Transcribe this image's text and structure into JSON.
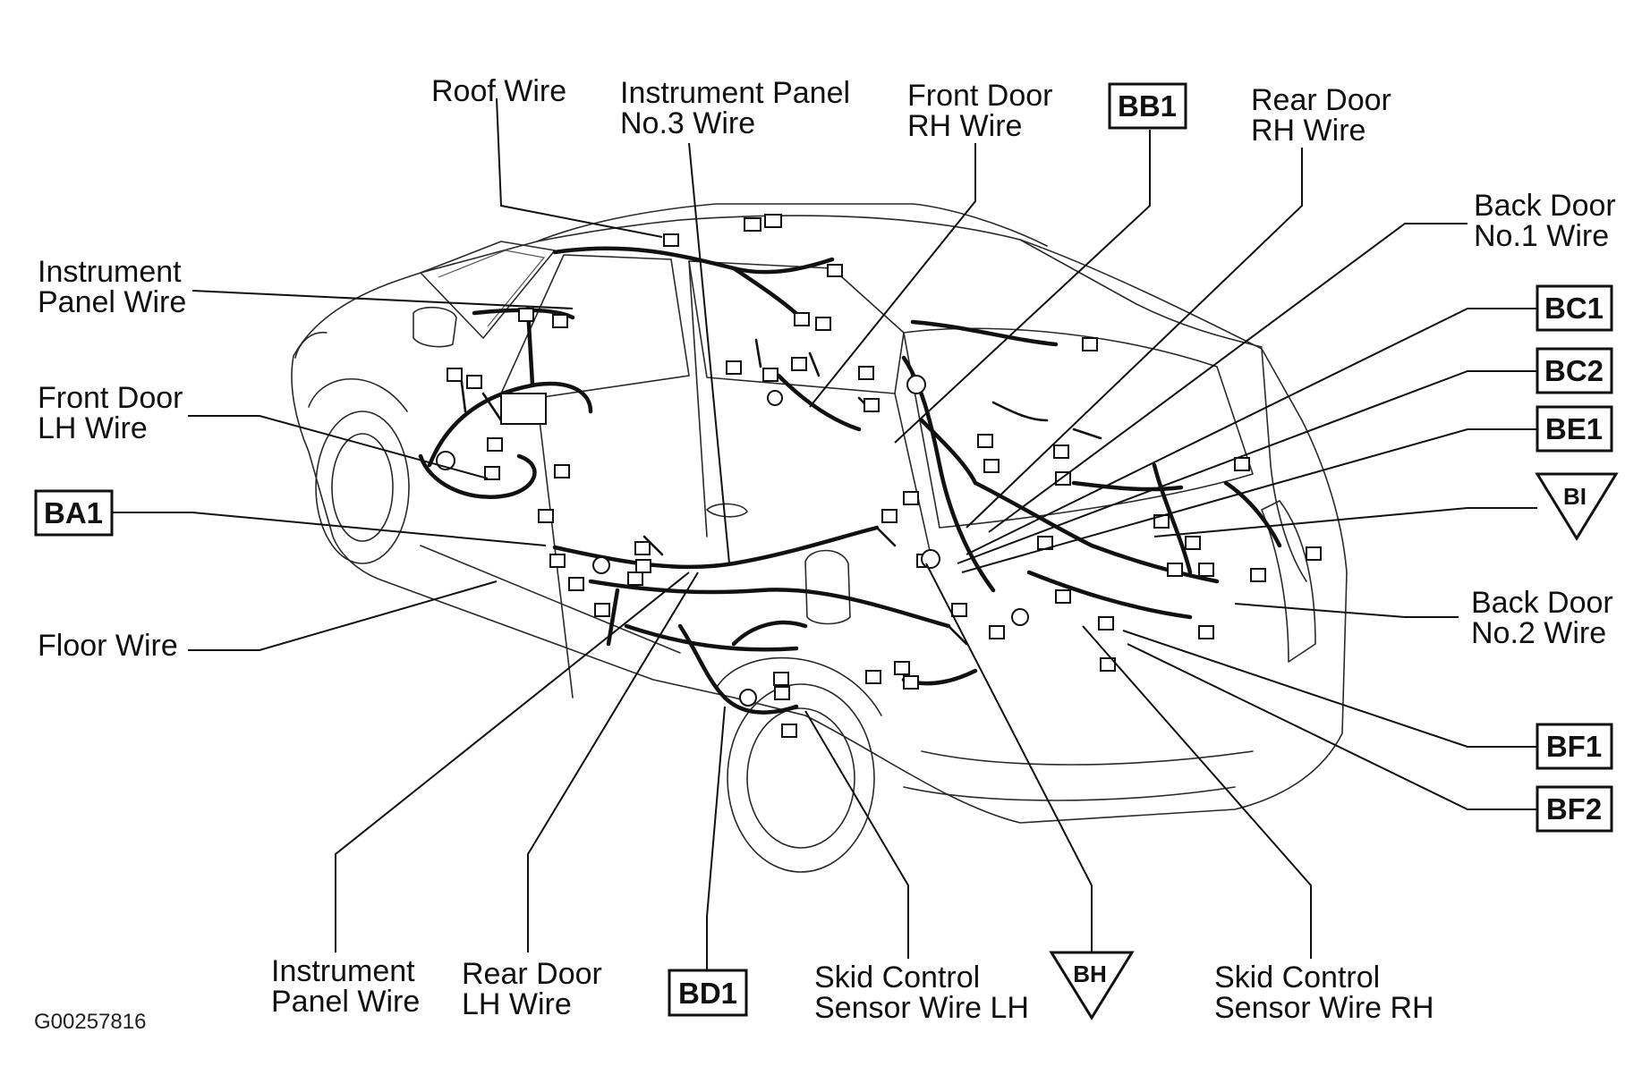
{
  "labels": {
    "roof_wire": [
      "Roof Wire"
    ],
    "instrument_panel_no3_wire": [
      "Instrument Panel",
      "No.3 Wire"
    ],
    "front_door_rh_wire": [
      "Front Door",
      "RH Wire"
    ],
    "rear_door_rh_wire": [
      "Rear Door",
      "RH Wire"
    ],
    "back_door_no1_wire": [
      "Back Door",
      "No.1 Wire"
    ],
    "instrument_panel_wire_upper": [
      "Instrument",
      "Panel Wire"
    ],
    "front_door_lh_wire": [
      "Front Door",
      "LH Wire"
    ],
    "floor_wire": [
      "Floor Wire"
    ],
    "back_door_no2_wire": [
      "Back Door",
      "No.2 Wire"
    ],
    "instrument_panel_wire_lower": [
      "Instrument",
      "Panel Wire"
    ],
    "rear_door_lh_wire": [
      "Rear Door",
      "LH Wire"
    ],
    "skid_control_sensor_wire_lh": [
      "Skid Control",
      "Sensor Wire LH"
    ],
    "skid_control_sensor_wire_rh": [
      "Skid Control",
      "Sensor Wire RH"
    ]
  },
  "connector_codes": {
    "bb1": "BB1",
    "bc1": "BC1",
    "bc2": "BC2",
    "be1": "BE1",
    "ba1": "BA1",
    "bf1": "BF1",
    "bf2": "BF2",
    "bd1": "BD1"
  },
  "ground_points": {
    "bi": "BI",
    "bh": "BH"
  },
  "figure_id": "G00257816"
}
